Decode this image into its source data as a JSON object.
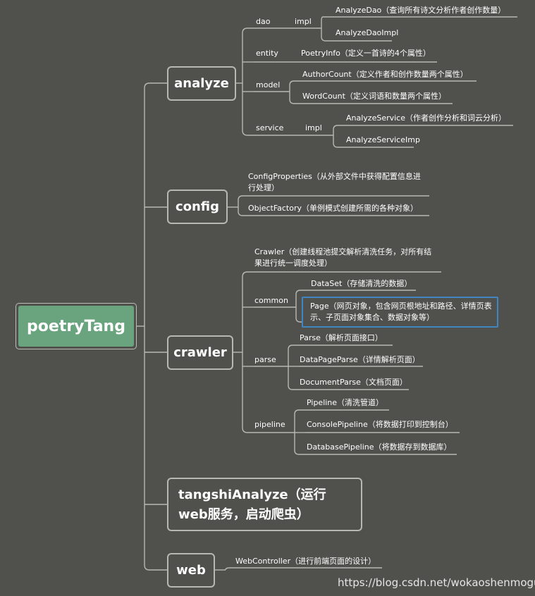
{
  "root": "poetryTang",
  "analyze": {
    "label": "analyze",
    "dao": {
      "label": "dao",
      "impl": "impl",
      "analyzeDao": "AnalyzeDao（查询所有诗文分析作者创作数量）",
      "analyzeDaoImpl": "AnalyzeDaoImpl"
    },
    "entity": {
      "label": "entity",
      "poetryInfo": "PoetryInfo（定义一首诗的4个属性）"
    },
    "model": {
      "label": "model",
      "authorCount": "AuthorCount（定义作者和创作数量两个属性）",
      "wordCount": "WordCount（定义词语和数量两个属性）"
    },
    "service": {
      "label": "service",
      "impl": "impl",
      "analyzeService": "AnalyzeService（作者创作分析和词云分析）",
      "analyzeServiceImp": "AnalyzeServiceImp"
    }
  },
  "config": {
    "label": "config",
    "configProperties": "ConfigProperties（从外部文件中获得配置信息进行处理）",
    "objectFactory": "ObjectFactory（单例模式创建所需的各种对象）"
  },
  "crawler": {
    "label": "crawler",
    "crawlerDesc": "Crawler（创建线程池提交解析清洗任务，对所有结果进行统一调度处理）",
    "common": {
      "label": "common",
      "dataSet": "DataSet（存储清洗的数据）",
      "page": "Page（网页对象，包含网页根地址和路径、详情页表示、子页面对象集合、数据对象等）"
    },
    "parse": {
      "label": "parse",
      "parse": "Parse（解析页面接口）",
      "dataPageParse": "DataPageParse（详情解析页面）",
      "documentParse": "DocumentParse（文档页面）"
    },
    "pipeline": {
      "label": "pipeline",
      "pipeline": "Pipeline（清洗管道）",
      "consolePipeline": "ConsolePipeline（将数据打印到控制台）",
      "databasePipeline": "DatabasePipeline（将数据存到数据库）"
    }
  },
  "tangshi": "tangshiAnalyze（运行web服务，启动爬虫）",
  "web": {
    "label": "web",
    "webController": "WebController（进行前端页面的设计）"
  },
  "watermark": "https://blog.csdn.net/wokaoshenmogui",
  "colors": {
    "background": "#50504d",
    "root_fill": "#6aa47e",
    "line": "#b8b8b3",
    "highlight": "#3f86c3"
  }
}
